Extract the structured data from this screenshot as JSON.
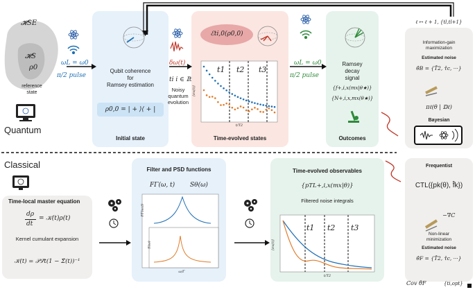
{
  "quantum": {
    "label": "Quantum",
    "reference": {
      "h_se": "𝓗SE",
      "h_s": "𝓗S",
      "rho0": "ρ0",
      "caption_line1": "reference",
      "caption_line2": "state"
    },
    "prep": {
      "freq": "ωL = ω0",
      "pulse": "π/2 pulse"
    },
    "initial_state": {
      "title": "Initial state",
      "text_line1": "Qubit coherence",
      "text_line2": "for",
      "text_line3": "Ramsey estimation",
      "formula": "ρ0,0 = | + ⟩⟨ + |"
    },
    "evolution": {
      "noise": "δω(t)",
      "times": "ti  i ∈ 𝕀t",
      "caption_line1": "Noisy",
      "caption_line2": "quantum",
      "caption_line3": "evolution"
    },
    "time_evolved_states": {
      "title": "Time-evolved states",
      "channel": "ℰti,0(ρ0,0)",
      "t1": "t1",
      "t2": "t2",
      "t3": "t3",
      "ylabel": "⟨σx(t)⟩",
      "xlabel": "t/T2"
    },
    "readout": {
      "freq": "ωL = ω0",
      "pulse": "π/2 pulse"
    },
    "outcomes": {
      "title": "Outcomes",
      "caption_line1": "Ramsey",
      "caption_line2": "decay",
      "caption_line3": "signal",
      "f_expr": "{f+,i,x(mx|θ★)}",
      "n_expr": "{N+,i,x,mx(θ★)}"
    }
  },
  "bayesian": {
    "update": "ℓ ↦ ℓ + 1,  {tl,tl+1}",
    "strategy_line1": "Information-gain",
    "strategy_line2": "maximization",
    "noise_title": "Estimated noise",
    "estimate": "θ̂B = {T̂2, τ̂c, ···}",
    "posterior": "πℓ(θ | 𝔻ℓ)",
    "label": "Bayesian"
  },
  "frequentist": {
    "label": "Frequentist",
    "cost": "CTL({pk(θ), f̂k})",
    "gradient": "−∇C",
    "method_line1": "Non-linear",
    "method_line2": "minimization",
    "noise_title": "Estimated noise",
    "estimate": "θ̂F = {T̂2, τ̂c, ···}",
    "covariance": "Cov θ̂F",
    "times": "{ti,opt}"
  },
  "classical": {
    "label": "Classical",
    "master_equation": {
      "title": "Time-local master equation",
      "lhs_num": "dρ",
      "lhs_den": "dt",
      "rhs": "= 𝒦(t)ρ(t)",
      "expansion": "Kernel cumulant expansion",
      "kernel": "𝒦(t) = 𝒫ℒ̂t(1 − Σ̂(t))⁻¹"
    },
    "filter_psd": {
      "title": "Filter and PSD functions",
      "filter": "FΓ(ω, t)",
      "psd": "Sθ(ω)",
      "filter_ylabel": "FΓ(ω,t)",
      "psd_ylabel": "S(ω)",
      "xlabel": "ω/Γ"
    },
    "observables": {
      "title": "Time-evolved observables",
      "expr": "{pTL+,i,x(mx|θ)}",
      "subtitle": "Filtered noise integrals",
      "t1": "t1",
      "t2": "t2",
      "t3": "t3",
      "ylabel": "⟨σx(t)⟩",
      "xlabel": "t/T2"
    }
  },
  "colors": {
    "initial_panel": "#e6f1fa",
    "states_panel": "#fbe6e1",
    "outcomes_panel": "#e6f3ec",
    "bayes_panel": "#f0efed",
    "filter_panel": "#e6f1fa",
    "obs_panel": "#e6f3ec",
    "blue": "#1f6fb5",
    "orange": "#e07b28",
    "red": "#c0392b",
    "green": "#2e8b3a"
  }
}
